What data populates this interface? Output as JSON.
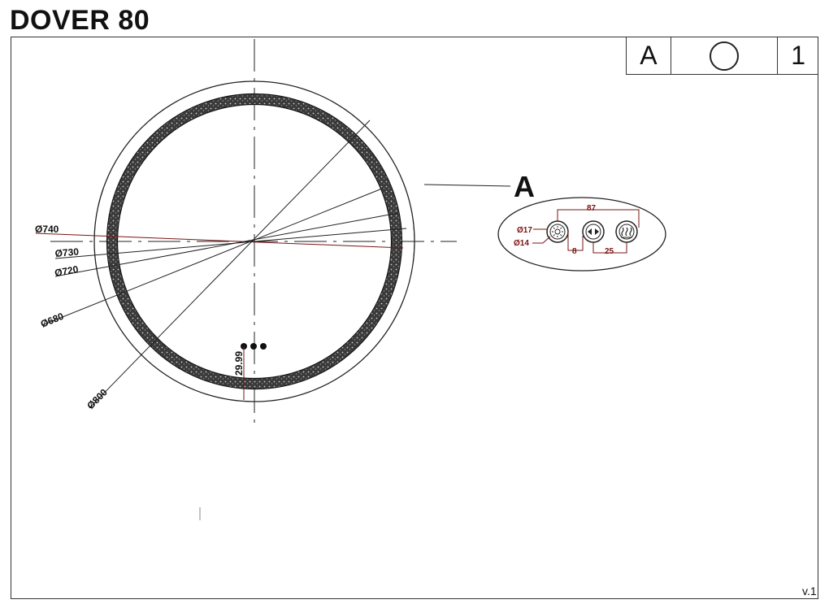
{
  "title": "DOVER 80",
  "version": "v.1",
  "title_block": {
    "variant": "A",
    "shape": "circle",
    "sheet": "1"
  },
  "dimensions": {
    "d740": "Ø740",
    "d730": "Ø730",
    "d720": "Ø720",
    "d680": "Ø680",
    "d800": "Ø800",
    "dot_spacing": "29.99"
  },
  "detail": {
    "label": "A",
    "d17": "Ø17",
    "d14": "Ø14",
    "width": "87",
    "gap": "8",
    "pitch": "25",
    "buttons": [
      "sun-icon",
      "arrows-icon",
      "heat-icon"
    ]
  },
  "colors": {
    "line": "#222222",
    "dimension": "#7a1414"
  }
}
